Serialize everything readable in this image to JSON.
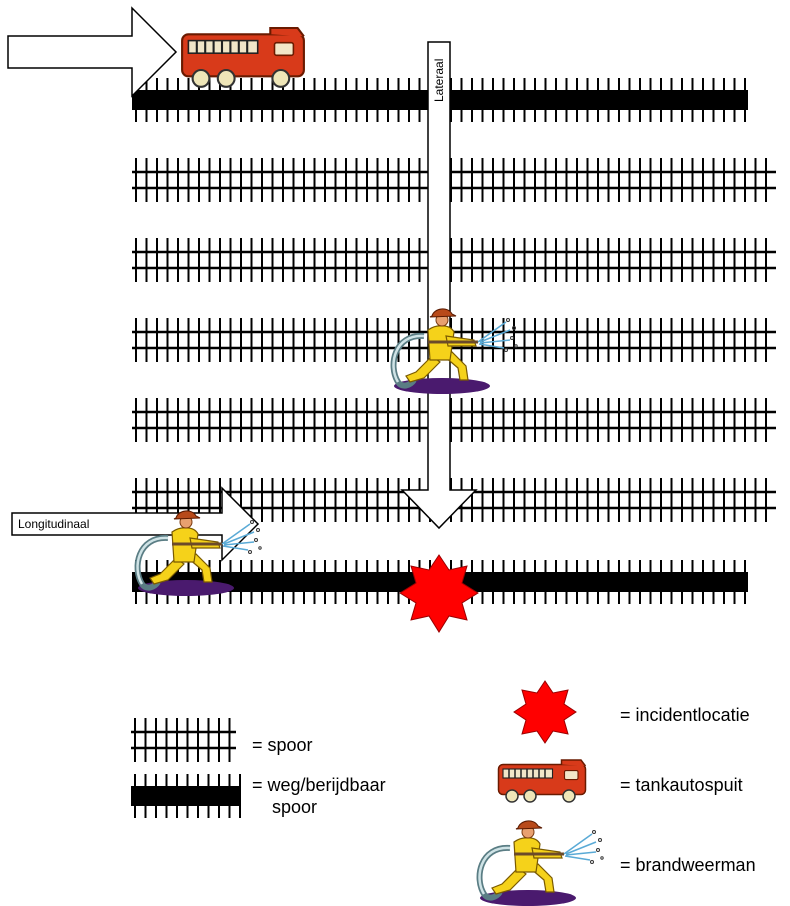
{
  "labels": {
    "lateral": "Lateraal",
    "longitudinal": "Longitudinaal"
  },
  "legend": {
    "spoor": "= spoor",
    "weg_line1": "= weg/berijdbaar",
    "weg_line2": "spoor",
    "incident": "= incidentlocatie",
    "truck": "= tankautospuit",
    "firefighter": "= brandweerman"
  },
  "colors": {
    "track": "#000000",
    "road": "#000000",
    "incident": "#ff0000",
    "truck": "#d83a1a",
    "firefighter_suit": "#f5d21a",
    "shadow": "#4a1a6e"
  },
  "icons": {
    "incident": "star-icon",
    "truck": "fire-truck-icon",
    "firefighter": "firefighter-icon"
  }
}
